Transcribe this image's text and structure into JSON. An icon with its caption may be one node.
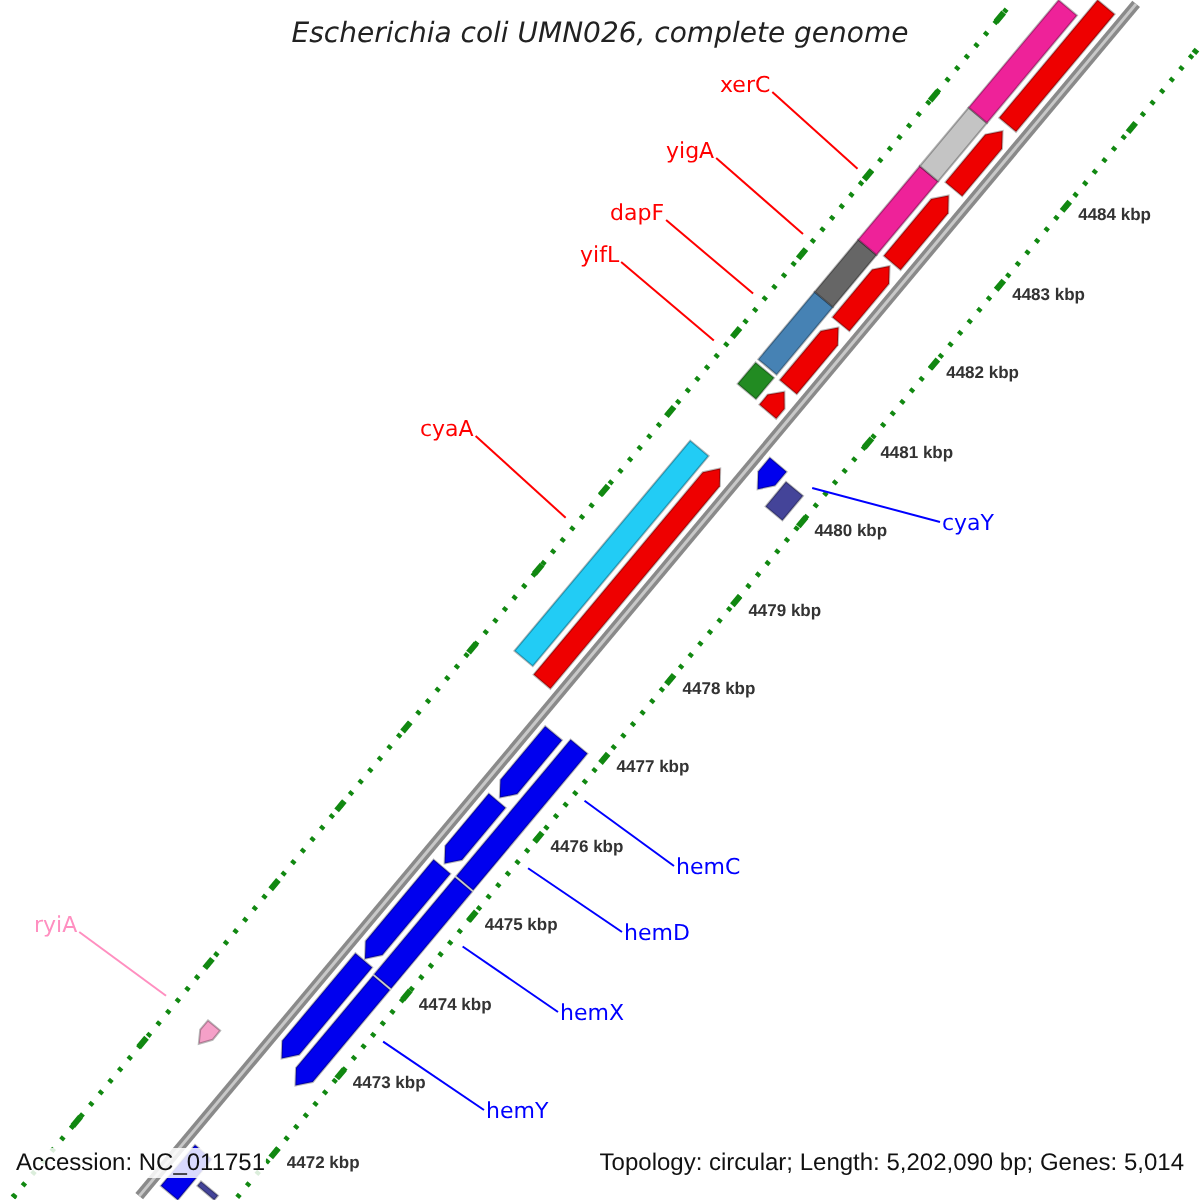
{
  "diagram": {
    "title": "Escherichia coli UMN026, complete genome",
    "nodes": [
      {
        "text": [
          "xerC"
        ]
      },
      {
        "text": [
          "yigA"
        ]
      },
      {
        "text": [
          "dapF"
        ]
      },
      {
        "text": [
          "yifL"
        ]
      },
      {
        "text": [
          "cyaA"
        ]
      },
      {
        "text": [
          "cyaY"
        ]
      },
      {
        "text": [
          "hemC"
        ]
      },
      {
        "text": [
          "ryiA"
        ]
      },
      {
        "text": [
          "hemD"
        ]
      },
      {
        "text": [
          "hemX"
        ]
      },
      {
        "text": [
          "hemY"
        ]
      }
    ],
    "edges": [
      {
        "from": 0,
        "to": null,
        "arrow": "none"
      },
      {
        "from": 1,
        "to": null,
        "arrow": "none"
      },
      {
        "from": 2,
        "to": null,
        "arrow": "none"
      },
      {
        "from": 3,
        "to": null,
        "arrow": "none"
      },
      {
        "from": 4,
        "to": null,
        "arrow": "none"
      },
      {
        "from": 5,
        "to": null,
        "arrow": "none",
        "color": "#0000ff"
      },
      {
        "from": 6,
        "to": null,
        "arrow": "none",
        "color": "#0000ff"
      },
      {
        "from": 7,
        "to": null,
        "arrow": "none",
        "color": "#ff8fc0"
      },
      {
        "from": 8,
        "to": null,
        "arrow": "none",
        "color": "#0000ff"
      },
      {
        "from": 9,
        "to": null,
        "arrow": "none",
        "color": "#0000ff"
      },
      {
        "from": 10,
        "to": null,
        "arrow": "none",
        "color": "#0000ff"
      }
    ],
    "labels": [
      "4484 kbp",
      "4483 kbp",
      "4482 kbp",
      "4481 kbp",
      "4480 kbp",
      "4479 kbp",
      "4478 kbp",
      "4477 kbp",
      "4476 kbp",
      "4475 kbp",
      "4474 kbp",
      "4473 kbp",
      "Accession: NC_011751",
      "4472 kbp",
      "Topology: circular; Length: 5,202,090 bp; Genes: 5,014"
    ]
  }
}
